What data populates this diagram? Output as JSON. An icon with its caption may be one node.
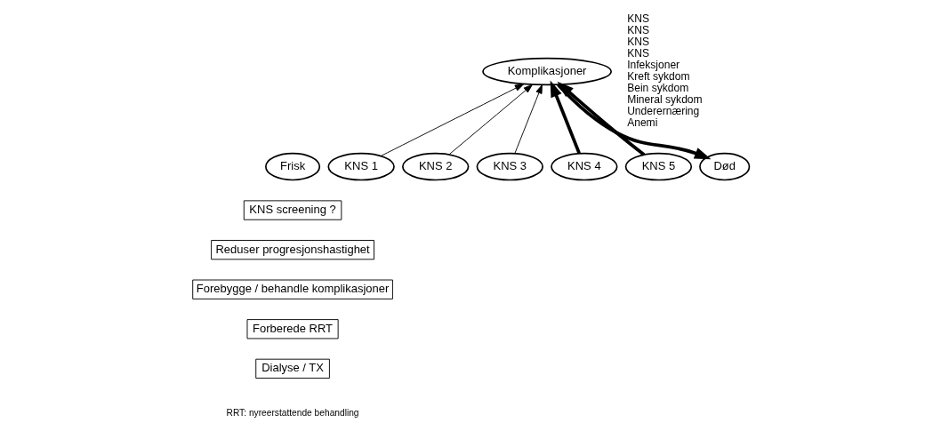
{
  "diagram": {
    "nodes": [
      {
        "text": [
          "Komplikasjoner"
        ]
      },
      {
        "text": [
          "Frisk"
        ]
      },
      {
        "text": [
          "KNS 1"
        ]
      },
      {
        "text": [
          "KNS 2"
        ]
      },
      {
        "text": [
          "KNS 3"
        ]
      },
      {
        "text": [
          "KNS 4"
        ]
      },
      {
        "text": [
          "KNS 5"
        ]
      },
      {
        "text": [
          "Død"
        ]
      },
      {
        "text": [
          "KNS screening ?"
        ]
      },
      {
        "text": [
          "Reduser progresjonshastighet"
        ]
      },
      {
        "text": [
          "Forebygge / behandle komplikasjoner"
        ]
      },
      {
        "text": [
          "Forberede RRT"
        ]
      },
      {
        "text": [
          "Dialyse / TX"
        ]
      }
    ],
    "edges": [
      {
        "from": 2,
        "to": 0,
        "arrow": "to"
      },
      {
        "from": 3,
        "to": 0,
        "arrow": "to"
      },
      {
        "from": 4,
        "to": 0,
        "arrow": "to"
      },
      {
        "from": 5,
        "to": 0,
        "arrow": "to",
        "style": "thick"
      },
      {
        "from": 6,
        "to": 0,
        "arrow": "to",
        "style": "thick"
      },
      {
        "from": 0,
        "to": 7,
        "arrow": "to",
        "style": "thick"
      }
    ],
    "labels": [
      "KNS",
      "KNS",
      "KNS",
      "KNS",
      "Infeksjoner",
      "Kreft sykdom",
      "Bein sykdom",
      "Mineral sykdom",
      "Underernæring",
      "Anemi",
      "RRT: nyreerstattende behandling"
    ]
  }
}
